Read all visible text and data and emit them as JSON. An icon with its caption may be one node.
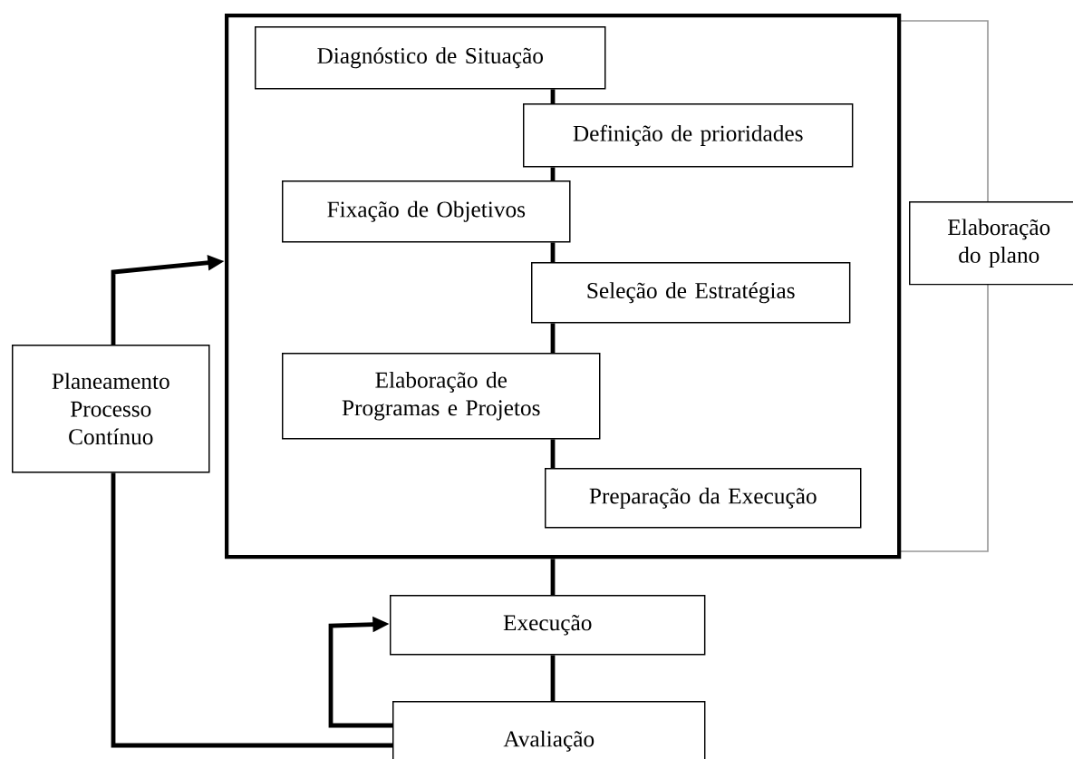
{
  "diagram": {
    "nodes": [
      {
        "text": [],
        "shape": "box"
      },
      {
        "text": [
          "Diagnóstico de Situação"
        ],
        "in": 0
      },
      {
        "text": [
          "Definição de prioridades"
        ],
        "in": 0
      },
      {
        "text": [
          "Fixação de Objetivos"
        ],
        "in": 0
      },
      {
        "text": [
          "Seleção de Estratégias"
        ],
        "in": 0
      },
      {
        "text": [
          "Elaboração de Programas e Projetos"
        ],
        "in": 0
      },
      {
        "text": [
          "Preparação da Execução"
        ],
        "in": 0
      },
      {
        "text": [
          "Elaboração do plano"
        ]
      },
      {
        "text": [
          "Planeamento Processo Contínuo"
        ]
      },
      {
        "text": [
          "Execução"
        ]
      },
      {
        "text": [
          "Avaliação"
        ]
      }
    ],
    "edges": [
      {
        "from": 1,
        "to": 2,
        "arrow": "none"
      },
      {
        "from": 2,
        "to": 3,
        "arrow": "none"
      },
      {
        "from": 3,
        "to": 4,
        "arrow": "none"
      },
      {
        "from": 4,
        "to": 5,
        "arrow": "none"
      },
      {
        "from": 5,
        "to": 6,
        "arrow": "none"
      },
      {
        "from": 0,
        "to": 9,
        "arrow": "none"
      },
      {
        "from": 9,
        "to": 10,
        "arrow": "none"
      },
      {
        "from": 10,
        "to": 9,
        "arrow": "to"
      },
      {
        "from": 10,
        "to": 8,
        "arrow": "none"
      },
      {
        "from": 8,
        "to": 0,
        "arrow": "to"
      }
    ]
  }
}
